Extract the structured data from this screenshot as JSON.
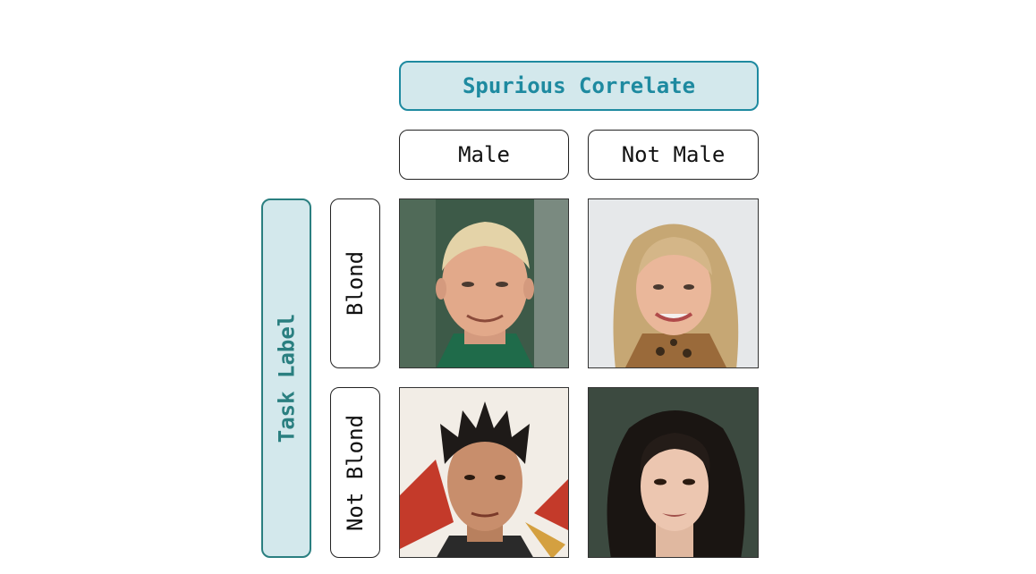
{
  "header": {
    "spurious_correlate": "Spurious Correlate",
    "columns": [
      "Male",
      "Not Male"
    ]
  },
  "side": {
    "task_label": "Task Label",
    "rows": [
      "Blond",
      "Not Blond"
    ]
  },
  "grid": {
    "cells": [
      {
        "row": "Blond",
        "col": "Male",
        "image": "blond-male-face"
      },
      {
        "row": "Blond",
        "col": "Not Male",
        "image": "blond-female-face"
      },
      {
        "row": "Not Blond",
        "col": "Male",
        "image": "dark-haired-male-face"
      },
      {
        "row": "Not Blond",
        "col": "Not Male",
        "image": "dark-haired-female-face"
      }
    ]
  },
  "colors": {
    "accent_fill": "#d3e8ec",
    "accent_stroke": "#1e8aa0"
  }
}
